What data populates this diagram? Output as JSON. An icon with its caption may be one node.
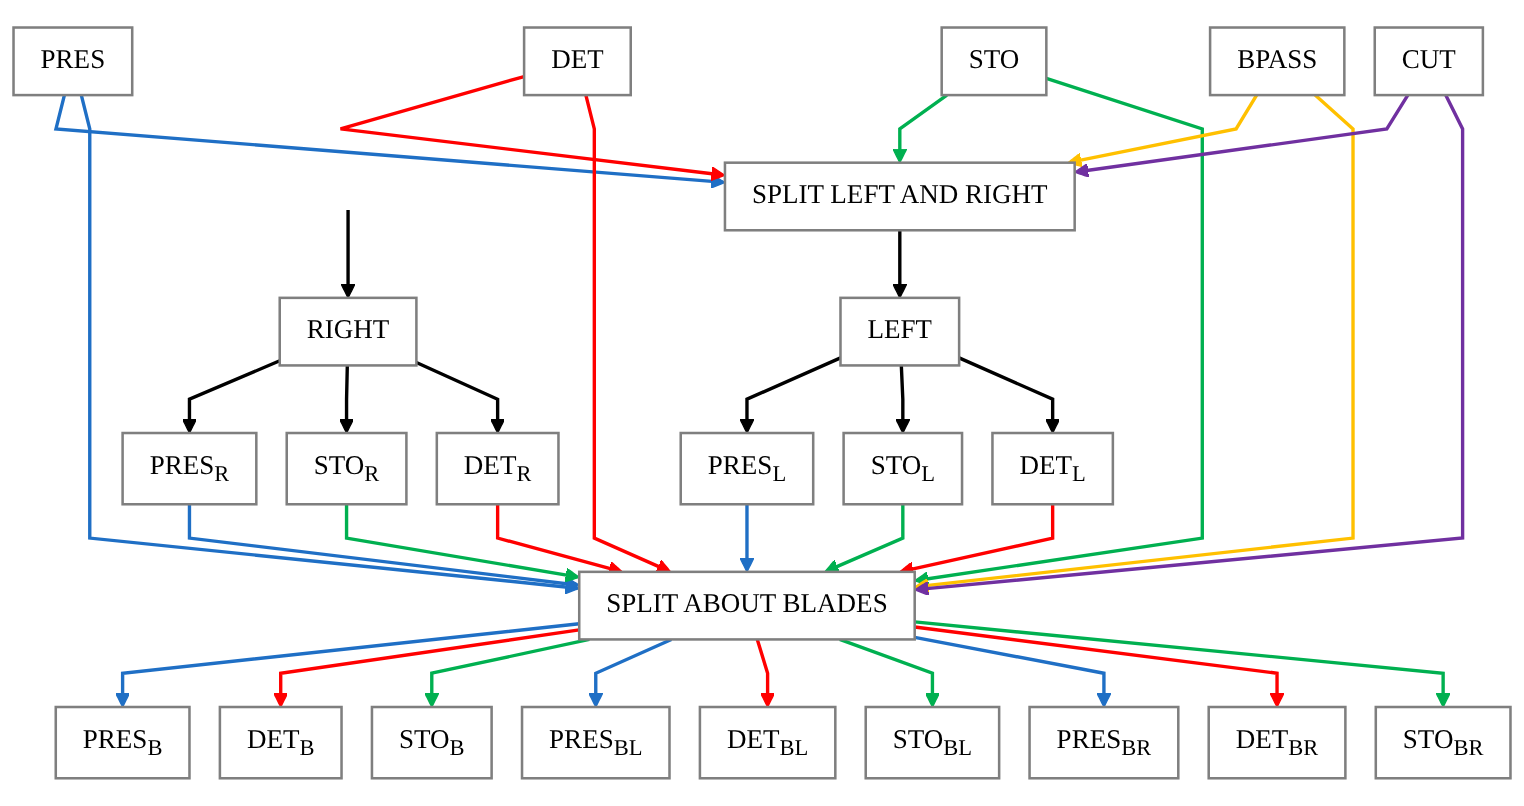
{
  "diagram": {
    "nodes": [
      {
        "text": [
          "PRES"
        ]
      },
      {
        "text": [
          "DET"
        ]
      },
      {
        "text": [
          "STO"
        ]
      },
      {
        "text": [
          "BPASS"
        ]
      },
      {
        "text": [
          "CUT"
        ]
      },
      {
        "text": [
          "SPLIT LEFT AND RIGHT"
        ]
      },
      {
        "text": [
          "SPLIT ABOUT BLADES"
        ]
      },
      {
        "text": [
          "PRES$_{L}$"
        ]
      },
      {
        "text": [
          "STO$_{L}$"
        ]
      },
      {
        "text": [
          "DET$_{L}$"
        ]
      },
      {
        "text": [
          "LEFT"
        ]
      },
      {
        "text": [
          "PRES$_{B}$"
        ]
      },
      {
        "text": [
          "PRES$_{BL}$"
        ]
      },
      {
        "text": [
          "PRES$_{BR}$"
        ]
      },
      {
        "text": [
          "DET$_{B}$"
        ]
      },
      {
        "text": [
          "DET$_{BL}$"
        ]
      },
      {
        "text": [
          "DET$_{BR}$"
        ]
      },
      {
        "text": [
          "STO$_{B}$"
        ]
      },
      {
        "text": [
          "STO$_{BL}$"
        ]
      },
      {
        "text": [
          "STO$_{BR}$"
        ]
      },
      {
        "text": [
          "PRES$_{R}$"
        ]
      },
      {
        "text": [
          "STO$_{R}$"
        ]
      },
      {
        "text": [
          "DET$_{R}$"
        ]
      },
      {
        "text": [
          "RIGHT"
        ]
      }
    ],
    "edges": [
      {
        "from": 0,
        "to": 5,
        "arrow": "to",
        "color": "#1f6fc5"
      },
      {
        "from": 0,
        "to": 6,
        "arrow": "to",
        "color": "#1f6fc5"
      },
      {
        "from": 1,
        "to": 5,
        "arrow": "to",
        "color": "#ff0000"
      },
      {
        "from": 1,
        "to": 6,
        "arrow": "to",
        "color": "#ff0000"
      },
      {
        "from": 2,
        "to": 5,
        "arrow": "to",
        "color": "#00b050"
      },
      {
        "from": 2,
        "to": 6,
        "arrow": "to",
        "color": "#00b050"
      },
      {
        "from": 3,
        "to": 5,
        "arrow": "to",
        "color": "#ffc000"
      },
      {
        "from": 3,
        "to": 6,
        "arrow": "to",
        "color": "#ffc000"
      },
      {
        "from": 4,
        "to": 5,
        "arrow": "to",
        "color": "#7030a0"
      },
      {
        "from": 4,
        "to": 6,
        "arrow": "to",
        "color": "#7030a0"
      },
      {
        "from": 5,
        "to": 10,
        "arrow": "to"
      },
      {
        "from": 10,
        "to": 7,
        "arrow": "to"
      },
      {
        "from": 10,
        "to": 8,
        "arrow": "to"
      },
      {
        "from": 10,
        "to": 9,
        "arrow": "to"
      },
      {
        "from": 7,
        "to": 6,
        "arrow": "to",
        "color": "#1f6fc5"
      },
      {
        "from": 8,
        "to": 6,
        "arrow": "to",
        "color": "#00b050"
      },
      {
        "from": 9,
        "to": 6,
        "arrow": "to",
        "color": "#ff0000"
      },
      {
        "from": null,
        "to": 23,
        "arrow": "to"
      },
      {
        "from": 23,
        "to": 20,
        "arrow": "to"
      },
      {
        "from": 23,
        "to": 21,
        "arrow": "to"
      },
      {
        "from": 23,
        "to": 22,
        "arrow": "to"
      },
      {
        "from": 20,
        "to": 6,
        "arrow": "to",
        "color": "#1f6fc5"
      },
      {
        "from": 21,
        "to": 6,
        "arrow": "to",
        "color": "#00b050"
      },
      {
        "from": 22,
        "to": 6,
        "arrow": "to",
        "color": "#ff0000"
      },
      {
        "from": 6,
        "to": 11,
        "arrow": "to",
        "color": "#1f6fc5"
      },
      {
        "from": 6,
        "to": 14,
        "arrow": "to",
        "color": "#ff0000"
      },
      {
        "from": 6,
        "to": 17,
        "arrow": "to",
        "color": "#00b050"
      },
      {
        "from": 6,
        "to": 12,
        "arrow": "to",
        "color": "#1f6fc5"
      },
      {
        "from": 6,
        "to": 15,
        "arrow": "to",
        "color": "#ff0000"
      },
      {
        "from": 6,
        "to": 18,
        "arrow": "to",
        "color": "#00b050"
      },
      {
        "from": 6,
        "to": 13,
        "arrow": "to",
        "color": "#1f6fc5"
      },
      {
        "from": 6,
        "to": 16,
        "arrow": "to",
        "color": "#ff0000"
      },
      {
        "from": 6,
        "to": 19,
        "arrow": "to",
        "color": "#00b050"
      }
    ]
  }
}
